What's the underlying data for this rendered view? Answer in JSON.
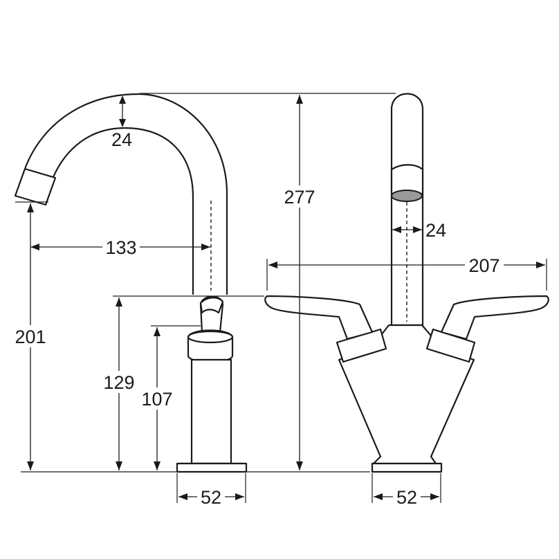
{
  "dimensions": {
    "side_spout_thickness": "24",
    "side_overall_height": "277",
    "side_reach": "133",
    "side_outlet_height": "201",
    "side_handle_height": "129",
    "side_body_height": "107",
    "side_base_width": "52",
    "front_outlet_diameter": "24",
    "front_handle_span": "207",
    "front_base_width": "52"
  }
}
